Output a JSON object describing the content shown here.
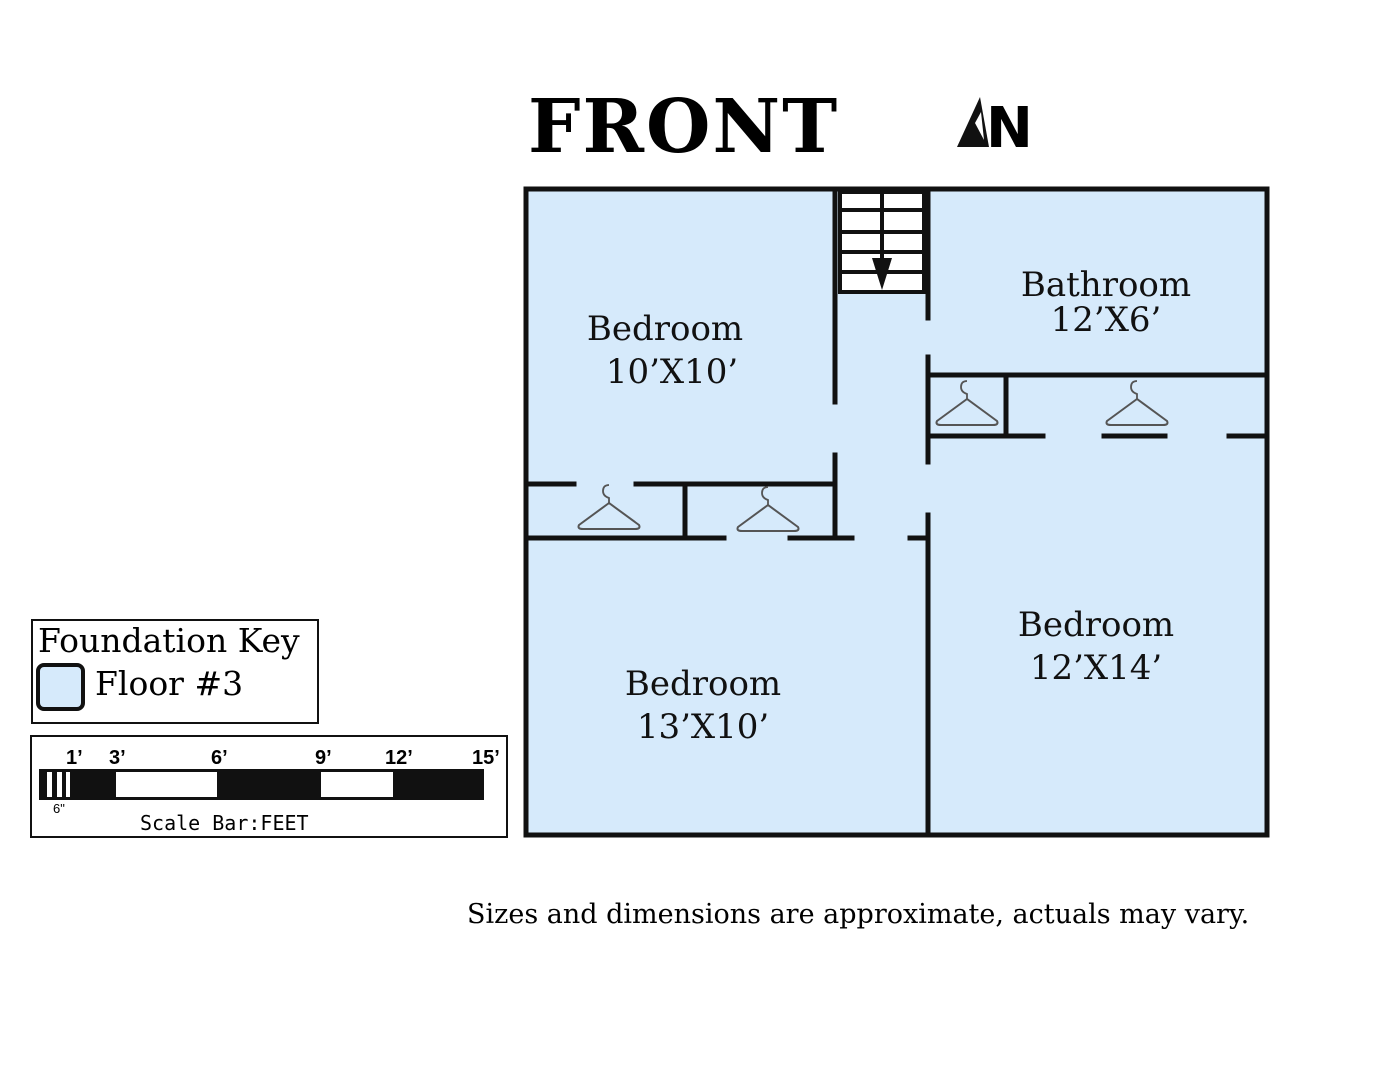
{
  "header": {
    "front_label": "FRONT",
    "north_label": "N"
  },
  "rooms": [
    {
      "name": "Bedroom",
      "size": "10’X10’"
    },
    {
      "name": "Bathroom",
      "size": "12’X6’"
    },
    {
      "name": "Bedroom",
      "size": "13’X10’"
    },
    {
      "name": "Bedroom",
      "size": "12’X14’"
    }
  ],
  "key": {
    "title": "Foundation Key",
    "floor_label": "Floor #3",
    "floor_color": "#d6eafb"
  },
  "scale_bar": {
    "ticks": [
      "1’",
      "3’",
      "6’",
      "9’",
      "12’",
      "15’"
    ],
    "small_tick": "6\"",
    "caption": "Scale Bar:FEET"
  },
  "disclaimer": "Sizes and dimensions are approximate, actuals may vary.",
  "colors": {
    "room_fill": "#d6eafb",
    "wall": "#111111"
  },
  "icons": [
    "north-arrow-icon",
    "stairs-icon",
    "hanger-icon"
  ]
}
